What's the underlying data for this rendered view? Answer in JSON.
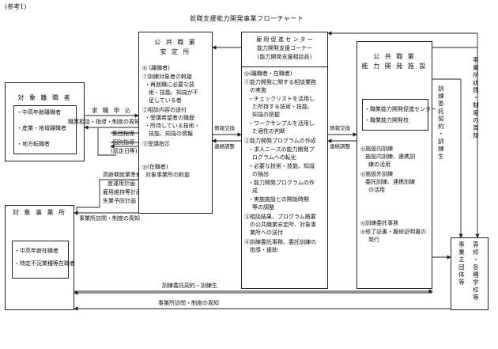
{
  "ref_label": "(参考1)",
  "title": "就職支援能力開発事業フローチャート",
  "job_seeker": {
    "title": "対 象 離 職 者",
    "items": [
      "・中高年齢離職者",
      "・産業・地域離職者",
      "・地方転職者"
    ]
  },
  "employer": {
    "title": "対 象 事 業 所",
    "items": [
      "・中高年齢在職者",
      "・特定不況業種等在職者"
    ]
  },
  "arrow_labels": {
    "application": "求 職 申 込",
    "consult": "職業相談・指導・制度の周知",
    "group_guidance": "集団指導",
    "individual_guidance": "個別指導",
    "recognition_period": "(認定日等)",
    "cert_list": [
      "高齢期就業準備講座受講",
      "度運用計画",
      "雇用維持等計画",
      "失業予防計画"
    ],
    "visit_notice": "事業所訪問・制度の周知",
    "training_contract": "訓練委託契約・訓練生",
    "visit_notice_bottom": "事業所訪問・制度の周知",
    "info_exchange_1": "情報交換",
    "liaison_1": "連絡調整",
    "info_exchange_2": "情報交換",
    "liaison_2": "連絡調整"
  },
  "ps_office": {
    "title_line1": "公 共 職 業",
    "title_line2": "安 定 所",
    "section1_head": "◎ (離職者)",
    "section1_items": [
      "①訓練対象者の斡旋",
      "・再就職に必要な技",
      "術・技能、知識が不",
      "足している者",
      "②相談内容の送付",
      "・受講希望者の職歴",
      "・所持している技術・",
      "技能、知識の情報",
      "③受講指示"
    ],
    "section2_head": "◎(在職者)",
    "section2_items": [
      "対象事業所の斡旋"
    ]
  },
  "center": {
    "title_lines": [
      "雇 用 促 進 セ ン タ ー",
      "能力開発支援コーナー",
      "(能力開発支援相談員)"
    ],
    "items": [
      "◎(離職者・在職者)",
      "①能力開発に関する相談業務",
      "の実施",
      "・チェックリストを活用し",
      "た所持する技術・技能、",
      "知識の把握",
      "・ワークサンプルを活用し",
      "た適性の判断",
      "②能力開発プログラムの作成",
      "・求人ニーズの能力開発プ",
      "ログラムへの転化",
      "・必要な技術・技能、知識",
      "の抽出",
      "・能力開発プログラムの作",
      "成",
      "・実施施設との開始時期",
      "等の調整",
      "③相談結果、プログラム概要",
      "の公共職業安定所、対象事",
      "業所への送付",
      "④訓練委託事務、委託訓練の",
      "指導・援助"
    ]
  },
  "facility": {
    "title_line1": "公 共 職 業",
    "title_line2": "能 力 開 発 施 設",
    "inner_items": [
      "・職業能力開発促進センター",
      "・職業能力開発校"
    ],
    "items": [
      "◎施設内訓練",
      "施設内訓練、連携訓",
      "練の活用",
      "◎施設外訓練",
      "委託訓練、連携訓練",
      "の活用",
      "◎訓練委託事務",
      "◎修了証書・履修証明書の",
      "発行"
    ]
  },
  "right_labels": {
    "training_contract_v": "訓練委託契約・訓練生",
    "visit_v": "事業所訪問・制度の周知",
    "schools_v": "専修・各種学校等",
    "owners_v": "事業主団体等"
  }
}
